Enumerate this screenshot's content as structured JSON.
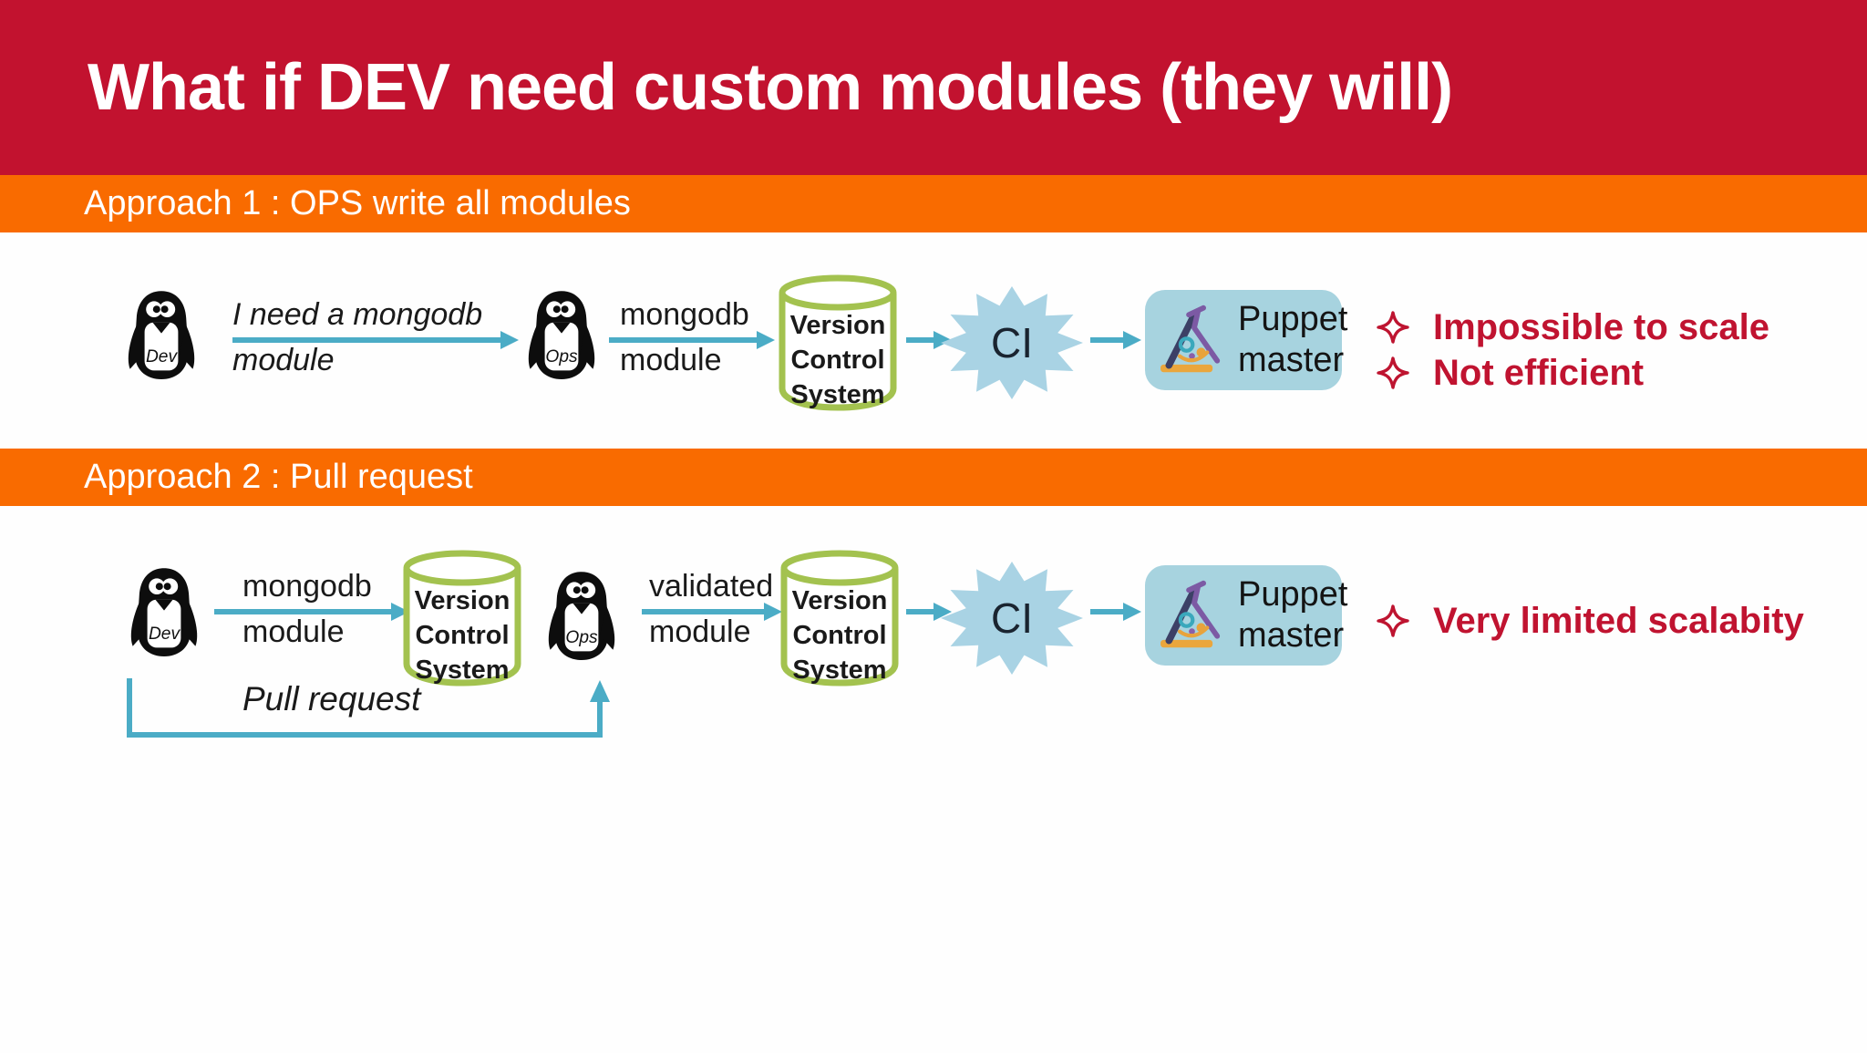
{
  "slide": {
    "title": "What if DEV need custom modules (they will)"
  },
  "approach1": {
    "heading": "Approach 1 : OPS write all modules",
    "dev_label": "Dev",
    "ops_label": "Ops",
    "request_line1": "I need a mongodb",
    "request_line2": "module",
    "artifact_line1": "mongodb",
    "artifact_line2": "module",
    "vcs": {
      "line1": "Version",
      "line2": "Control",
      "line3": "System"
    },
    "ci_label": "CI",
    "puppet_line1": "Puppet",
    "puppet_line2": "master",
    "issues": [
      "Impossible to scale",
      "Not efficient"
    ]
  },
  "approach2": {
    "heading": "Approach 2 : Pull request",
    "dev_label": "Dev",
    "ops_label": "Ops",
    "artifact_line1": "mongodb",
    "artifact_line2": "module",
    "validated_line1": "validated",
    "validated_line2": "module",
    "vcs1": {
      "line1": "Version",
      "line2": "Control",
      "line3": "System"
    },
    "vcs2": {
      "line1": "Version",
      "line2": "Control",
      "line3": "System"
    },
    "ci_label": "CI",
    "puppet_line1": "Puppet",
    "puppet_line2": "master",
    "pull_request_label": "Pull request",
    "issues": [
      "Very limited scalabity"
    ]
  },
  "colors": {
    "header_red": "#c2122f",
    "band_orange": "#f96b00",
    "arrow_teal": "#4bacc6",
    "vcs_green": "#a3c24f",
    "ci_blue": "#a9d3e4",
    "puppet_box_blue": "#a7d3df",
    "issue_red": "#c01330"
  }
}
